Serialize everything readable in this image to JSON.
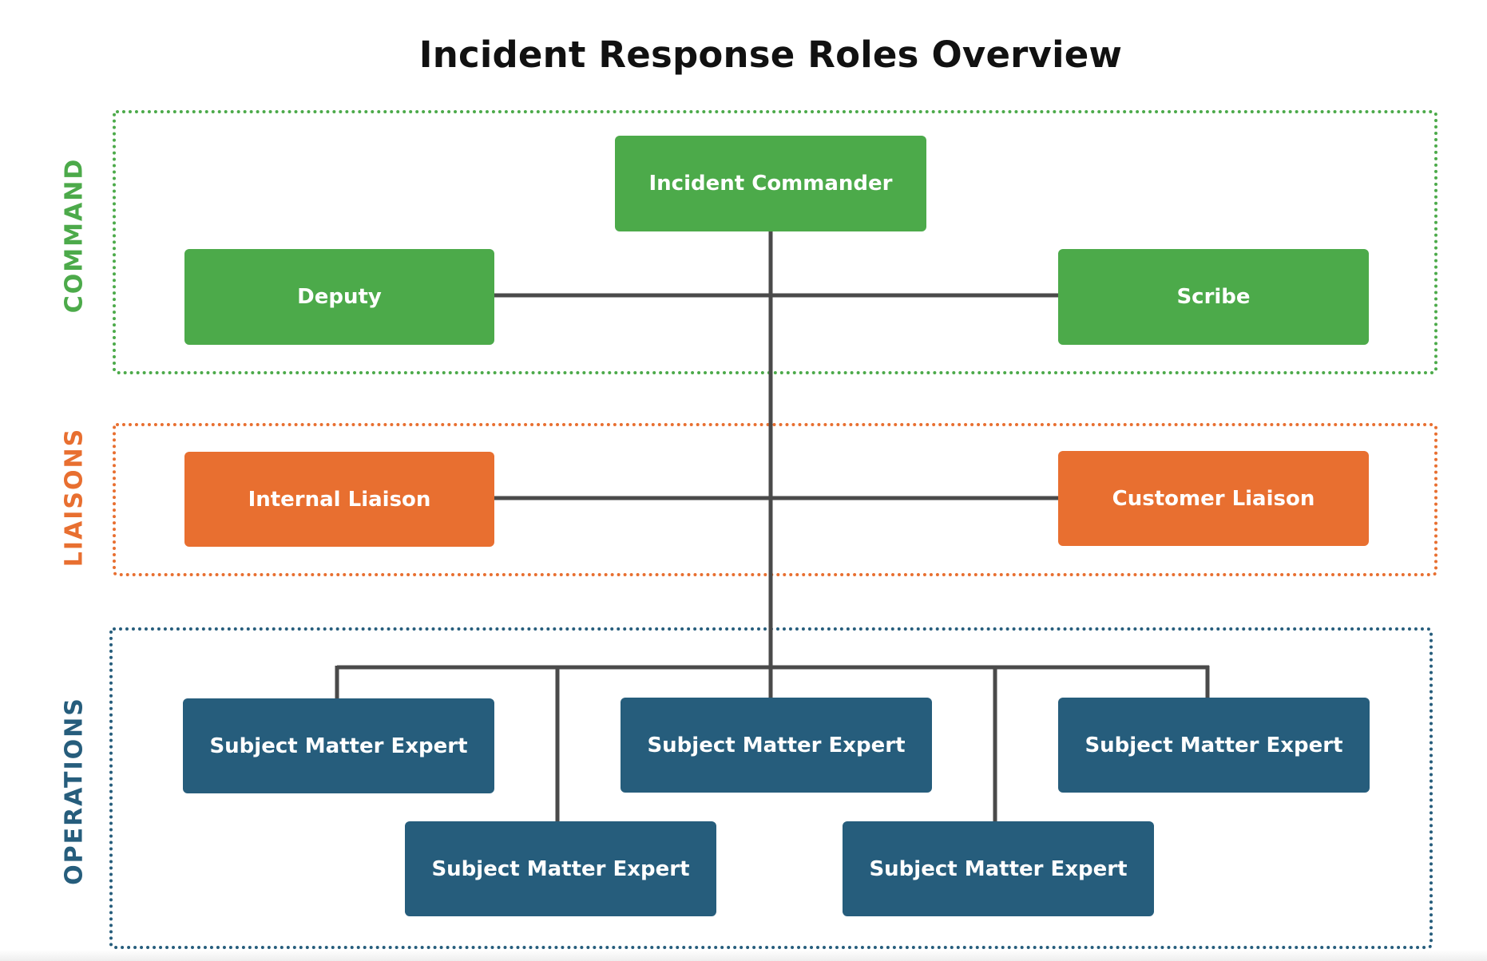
{
  "title": "Incident Response Roles Overview",
  "colors": {
    "command": "#4caa4a",
    "liaisons": "#e86f30",
    "operations": "#265d7c",
    "connector": "#4a4a4a",
    "title": "#111111"
  },
  "groups": {
    "command": {
      "label": "COMMAND",
      "nodes": {
        "incident_commander": "Incident Commander",
        "deputy": "Deputy",
        "scribe": "Scribe"
      }
    },
    "liaisons": {
      "label": "LIAISONS",
      "nodes": {
        "internal_liaison": "Internal Liaison",
        "customer_liaison": "Customer Liaison"
      }
    },
    "operations": {
      "label": "OPERATIONS",
      "nodes": [
        "Subject Matter Expert",
        "Subject Matter Expert",
        "Subject Matter Expert",
        "Subject Matter Expert",
        "Subject Matter Expert"
      ]
    }
  }
}
